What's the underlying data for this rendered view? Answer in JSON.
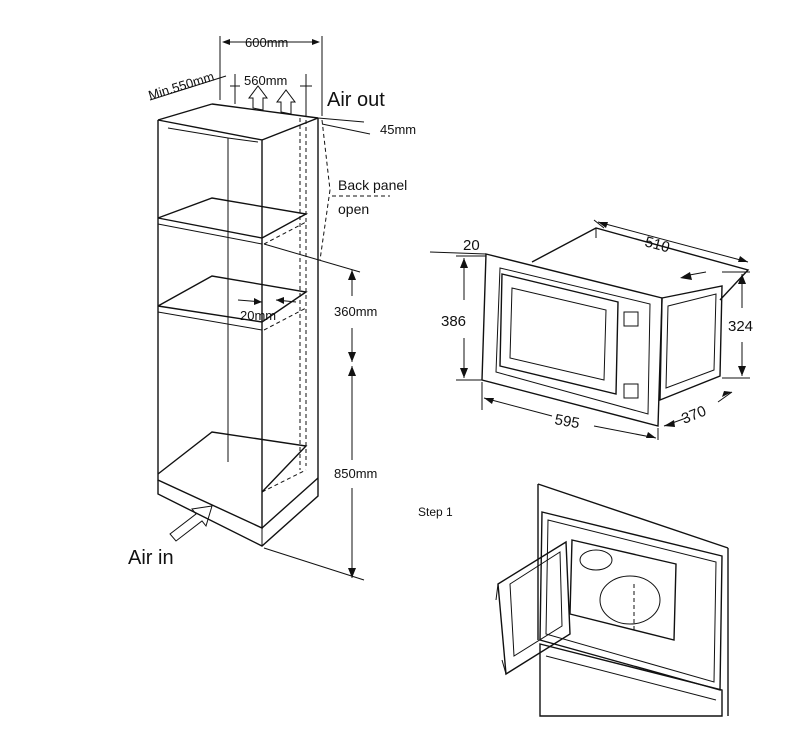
{
  "cabinet": {
    "depth_label": "Min.550mm",
    "outer_width_label": "600mm",
    "inner_width_label": "560mm",
    "air_out_label": "Air out",
    "back_gap_label": "45mm",
    "back_panel_label_line1": "Back panel",
    "back_panel_label_line2": "open",
    "shelf_gap_label": "20mm",
    "opening_height_label": "360mm",
    "floor_height_label": "850mm",
    "air_in_label": "Air in"
  },
  "microwave": {
    "frame_depth_label": "20",
    "body_depth_label": "510",
    "frame_height_label": "386",
    "body_height_label": "324",
    "frame_width_label": "595",
    "side_depth_label": "370"
  },
  "steps": {
    "step1_label": "Step 1"
  }
}
